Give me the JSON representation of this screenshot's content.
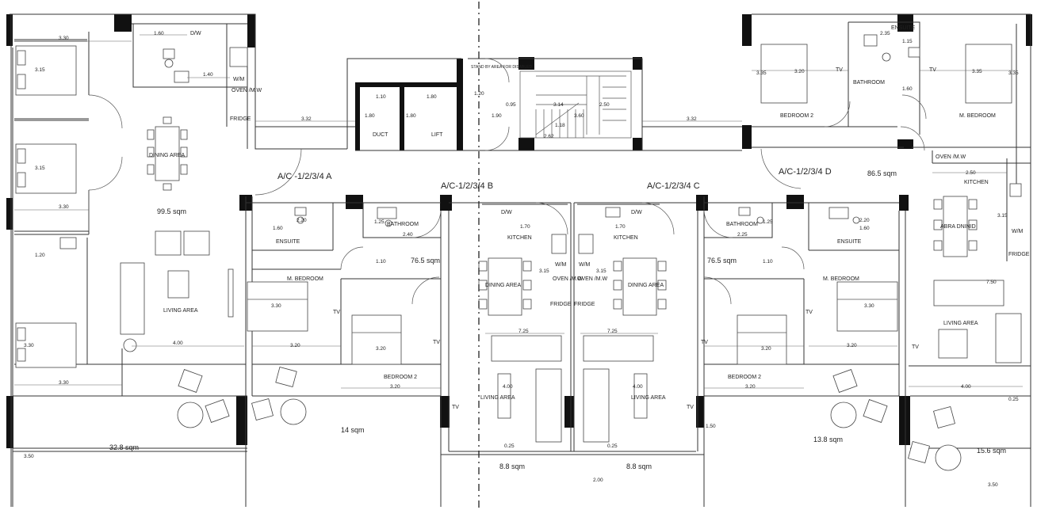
{
  "units": {
    "A": "A/C -1/2/3/4 A",
    "B": "A/C-1/2/3/4 B",
    "C": "A/C-1/2/3/4 C",
    "D": "A/C-1/2/3/4 D"
  },
  "areas": {
    "a_internal": "99.5 sqm",
    "a_veranda": "32.8 sqm",
    "b_internal": "76.5 sqm",
    "b_veranda": "14 sqm",
    "b_balcony": "8.8 sqm",
    "c_balcony": "8.8 sqm",
    "c_internal": "76.5 sqm",
    "c_veranda": "13.8 sqm",
    "d_internal": "86.5 sqm",
    "d_veranda": "15.6 sqm"
  },
  "rooms": {
    "dining_area": "DINING AREA",
    "dining_area_mirrored": "ABRA DNINID",
    "living_area": "LIVING AREA",
    "m_bedroom": "M. BEDROOM",
    "bedroom_2": "BEDROOM 2",
    "ensuite": "ENSUITE",
    "bathroom": "BATHROOM",
    "kitchen": "KITCHEN",
    "duct": "DUCT",
    "lift": "LIFT",
    "stand_by": "STAND BY AREA FOR DISABLED"
  },
  "fixtures": {
    "dw": "D/W",
    "wm": "W/M",
    "oven": "OVEN /M.W",
    "fridge": "FRIDGE",
    "tv": "TV"
  },
  "dimensions": {
    "d330": "3.30",
    "d315": "3.15",
    "d160": "1.60",
    "d140": "1.40",
    "d120": "1.20",
    "d332": "3.32",
    "d110": "1.10",
    "d180": "1.80",
    "d095": "0.95",
    "d190": "1.90",
    "d360": "3.60",
    "d118": "1.18",
    "d250": "2.50",
    "d335": "3.35",
    "d320": "3.20",
    "d235": "2.35",
    "d170": "1.70",
    "d240": "2.40",
    "d225": "2.25",
    "d725": "7.25",
    "d400": "4.00",
    "d350": "3.50",
    "d025": "0.25",
    "d200": "2.00",
    "d150": "1.50",
    "d750": "7.50",
    "d115": "1.15",
    "d314": "3.14",
    "d262": "2.62"
  }
}
